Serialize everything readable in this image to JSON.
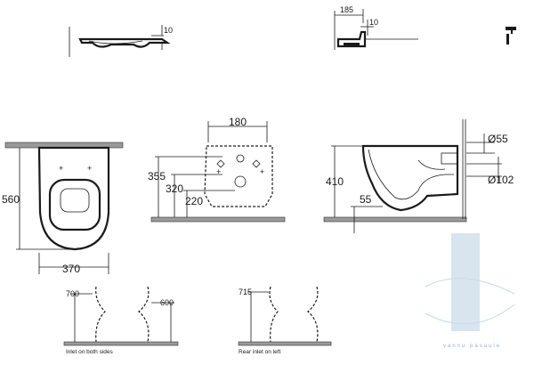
{
  "views": {
    "seat_top": {
      "thickness": "10"
    },
    "seat_side": {
      "depth": "185",
      "thickness": "10"
    },
    "top_plan": {
      "depth": "560",
      "width": "370"
    },
    "front_view": {
      "width": "180",
      "height_total": "355",
      "height_mid": "320",
      "height_low": "220"
    },
    "side_view": {
      "height": "410",
      "outlet_height": "55",
      "inlet_dia": "Ø55",
      "outlet_dia": "Ø102"
    },
    "inlet_both": {
      "left": "700",
      "right": "600",
      "caption": "Inlet on both sides"
    },
    "inlet_rear": {
      "left": "715",
      "caption": "Rear inlet on left"
    }
  },
  "watermark": {
    "text": "vannu pasaule",
    "color": "#b8cfe2"
  }
}
